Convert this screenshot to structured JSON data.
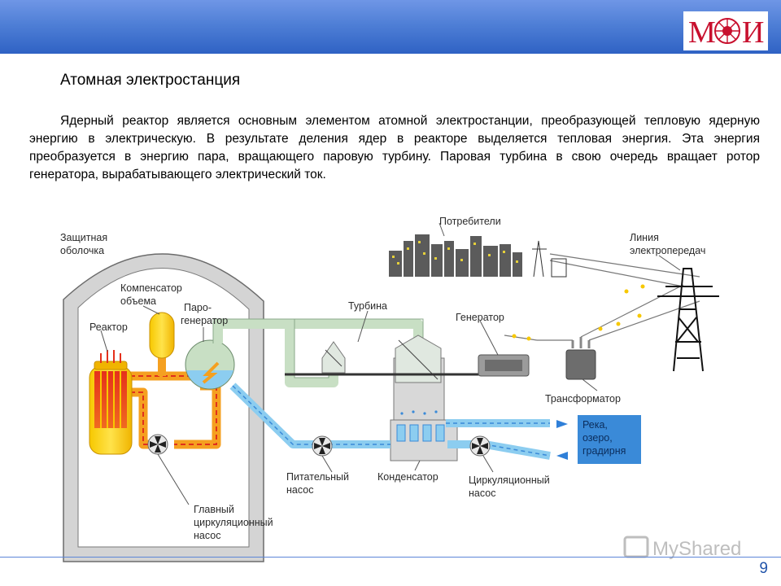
{
  "logo": {
    "text_left": "М",
    "text_right": "И",
    "brand_color": "#c8102e"
  },
  "slide": {
    "title": "Атомная электростанция",
    "intro": "Ядерный реактор является основным элементом атомной электростанции, преобразующей тепловую ядерную энергию в электрическую. В результате деления ядер в реакторе выделяется тепловая энергия. Эта энергия преобразуется в энергию пара, вращающего паровую турбину. Паровая турбина в свою очередь вращает ротор генератора, вырабатывающего электрический ток.",
    "page_number": "9"
  },
  "diagram": {
    "labels": {
      "containment": [
        "Защитная",
        "оболочка"
      ],
      "pressurizer": [
        "Компенсатор",
        "объема"
      ],
      "reactor": "Реактор",
      "steam_generator": [
        "Паро-",
        "генератор"
      ],
      "turbine": "Турбина",
      "generator": "Генератор",
      "consumers": "Потребители",
      "power_line": [
        "Линия",
        "электропередач"
      ],
      "transformer": "Трансформатор",
      "river": [
        "Река,",
        "озеро,",
        "градирня"
      ],
      "feed_pump": [
        "Питательный",
        "насос"
      ],
      "condenser": "Конденсатор",
      "circulation_pump": [
        "Циркуляционный",
        "насос"
      ],
      "main_pump": [
        "Главный",
        "циркуляционный",
        "насос"
      ]
    },
    "colors": {
      "primary_loop": "#f5a020",
      "steam": "#c8dfc4",
      "water": "#8ccdf0",
      "concrete": "#d4d4d4",
      "river_box": "#3a8ad8"
    }
  },
  "watermark": {
    "text": "MyShared"
  }
}
